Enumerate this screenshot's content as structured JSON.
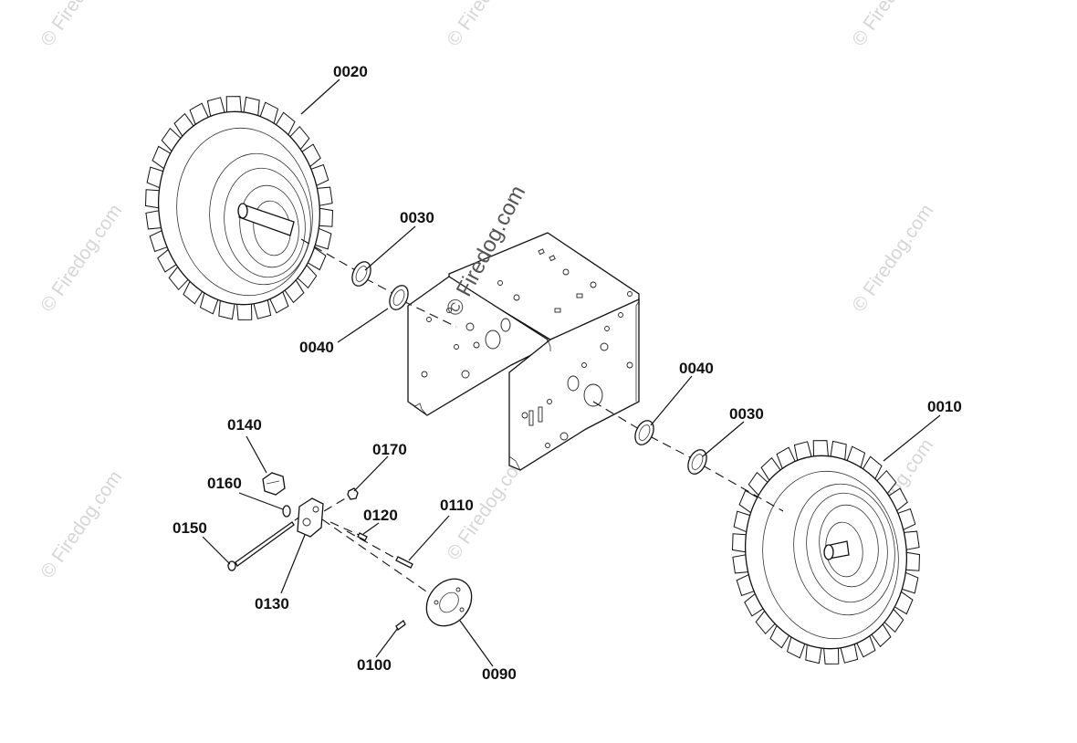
{
  "watermark": {
    "text": "© Firedog.com"
  },
  "callouts": {
    "c0020": "0020",
    "c0030a": "0030",
    "c0040a": "0040",
    "c0040b": "0040",
    "c0030b": "0030",
    "c0010": "0010",
    "c0140": "0140",
    "c0170": "0170",
    "c0160": "0160",
    "c0120": "0120",
    "c0110": "0110",
    "c0150": "0150",
    "c0130": "0130",
    "c0100": "0100",
    "c0090": "0090"
  },
  "colors": {
    "ink": "#111111",
    "watermark": "#d6d6d6"
  }
}
